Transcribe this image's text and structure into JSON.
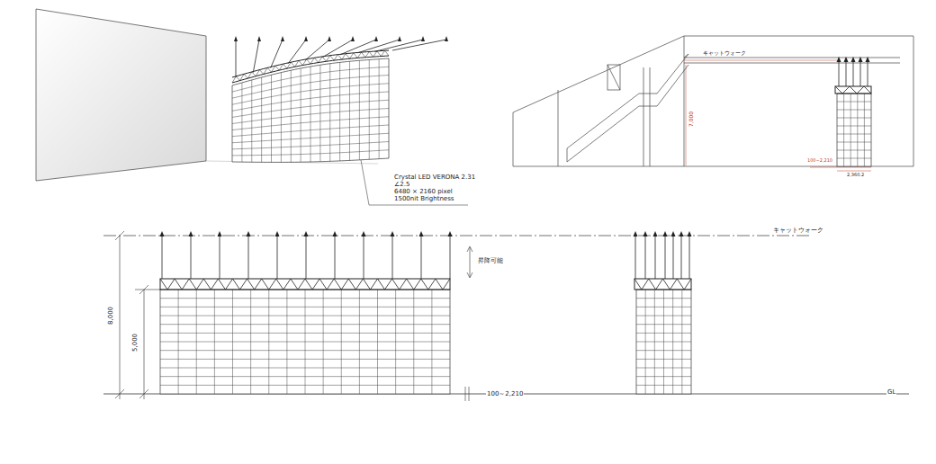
{
  "diagram": {
    "labels": [
      "Crystal LED VERONA 2.31",
      "∠2.5",
      "6480 × 2160 pixel",
      "1500nit Brightness",
      "キャットウォーク",
      "7,000",
      "100~2,210",
      "2,360.2",
      "昇降可能",
      "8,000",
      "5,000",
      "100～2,210",
      "キャットウォーク",
      "GL"
    ]
  }
}
